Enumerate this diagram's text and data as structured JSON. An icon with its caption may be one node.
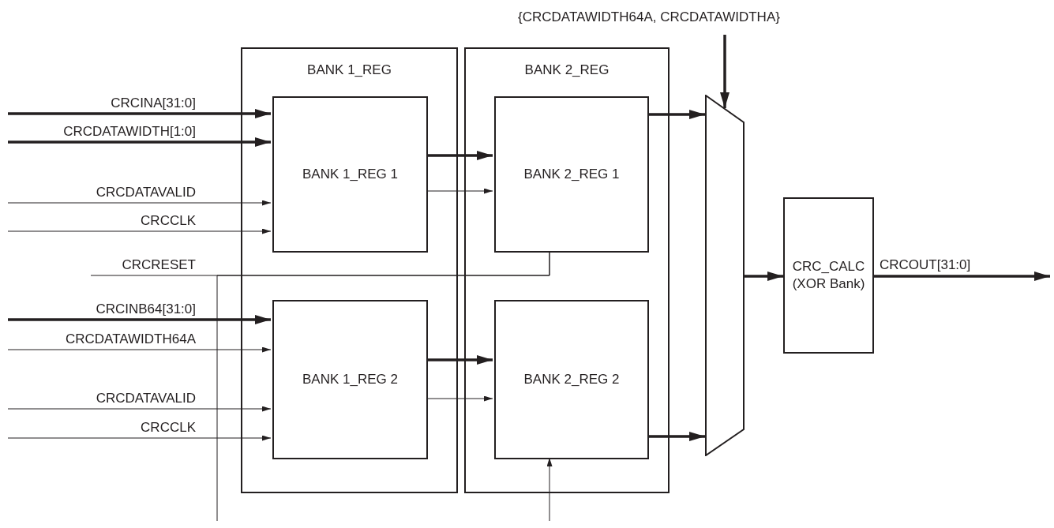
{
  "diagram": {
    "nodes": [
      {
        "text": [
          "BANK 1_REG"
        ]
      },
      {
        "text": [
          "BANK 1_REG 1"
        ],
        "in": 0
      },
      {
        "text": [
          "BANK 1_REG 2"
        ],
        "in": 0
      },
      {
        "text": [
          "BANK 2_REG"
        ]
      },
      {
        "text": [
          "BANK 2_REG 1"
        ],
        "in": 3
      },
      {
        "text": [
          "BANK 2_REG 2"
        ],
        "in": 3
      },
      {
        "text": [],
        "shape": "trapezoid"
      },
      {
        "text": [
          "CRC_CALC (XOR Bank)"
        ]
      }
    ],
    "edges": [
      {
        "from": null,
        "to": 1,
        "arrow": "to",
        "label": "CRCINA[31:0]",
        "style": "thick"
      },
      {
        "from": null,
        "to": 1,
        "arrow": "to",
        "label": "CRCDATAWIDTH[1:0]",
        "style": "thick"
      },
      {
        "from": null,
        "to": 1,
        "arrow": "to",
        "label": "CRCDATAVALID"
      },
      {
        "from": null,
        "to": 1,
        "arrow": "to",
        "label": "CRCCLK"
      },
      {
        "from": null,
        "to": 4,
        "arrow": "none",
        "label": "CRCRESET"
      },
      {
        "from": null,
        "to": 4,
        "arrow": "none"
      },
      {
        "from": null,
        "to": 2,
        "arrow": "to",
        "label": "CRCINB64[31:0]",
        "style": "thick"
      },
      {
        "from": null,
        "to": 2,
        "arrow": "to",
        "label": "CRCDATAWIDTH64A"
      },
      {
        "from": null,
        "to": 2,
        "arrow": "to",
        "label": "CRCDATAVALID"
      },
      {
        "from": null,
        "to": 2,
        "arrow": "to",
        "label": "CRCCLK"
      },
      {
        "from": 1,
        "to": 4,
        "arrow": "to",
        "style": "thick"
      },
      {
        "from": 1,
        "to": 4,
        "arrow": "to"
      },
      {
        "from": 2,
        "to": 5,
        "arrow": "to",
        "style": "thick"
      },
      {
        "from": 2,
        "to": 5,
        "arrow": "to"
      },
      {
        "from": 4,
        "to": 6,
        "arrow": "to",
        "style": "thick"
      },
      {
        "from": 5,
        "to": 6,
        "arrow": "to",
        "style": "thick"
      },
      {
        "from": null,
        "to": 6,
        "arrow": "to",
        "label": "{CRCDATAWIDTH64A, CRCDATAWIDTHA}",
        "style": "thick"
      },
      {
        "from": 6,
        "to": 7,
        "arrow": "to",
        "style": "thick"
      },
      {
        "from": 7,
        "to": null,
        "arrow": "to",
        "label": "CRCOUT[31:0]",
        "style": "thick"
      },
      {
        "from": null,
        "to": 5,
        "arrow": "to"
      }
    ]
  }
}
